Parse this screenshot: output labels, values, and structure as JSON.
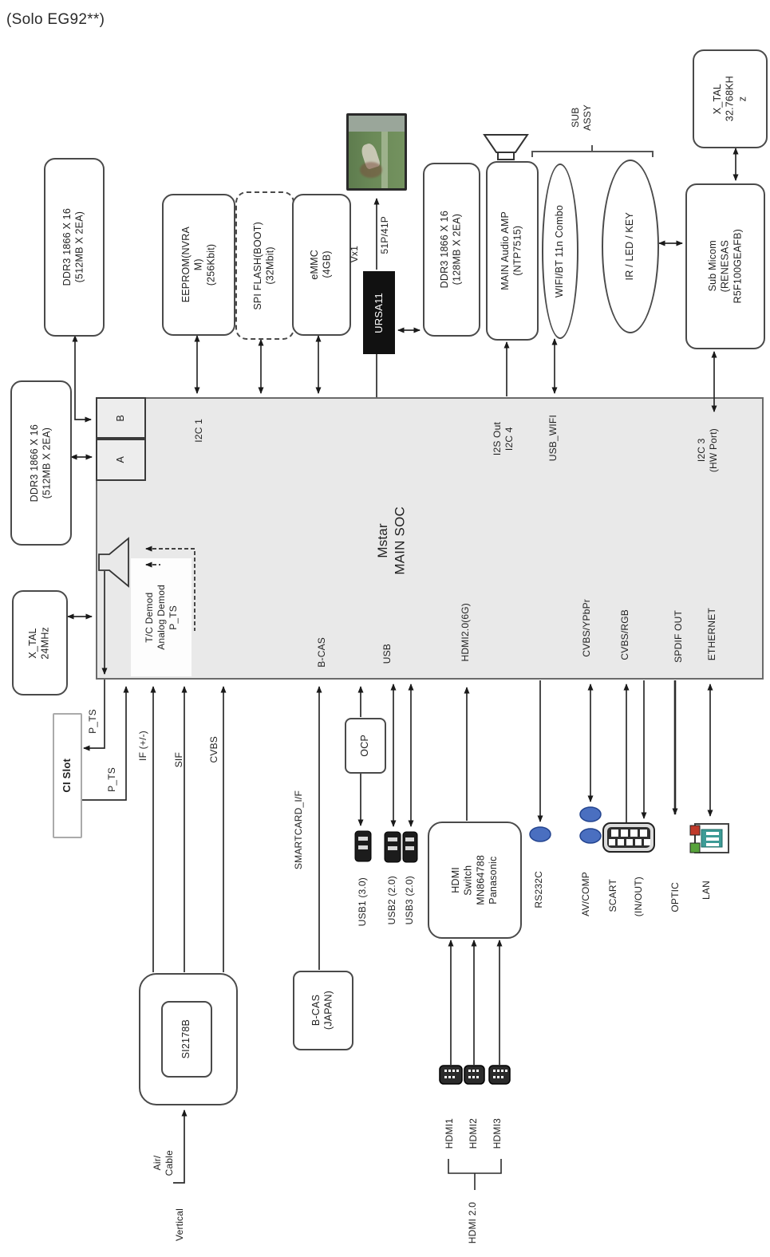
{
  "title": "(Solo EG92**)",
  "blocks": {
    "ddr3_top": "DDR3 1866 X 16\n(512MB X 2EA)",
    "eeprom": "EEPROM(NVRA\nM)\n(256Kbit)",
    "spi_flash": "SPI FLASH(BOOT)\n(32Mbit)",
    "emmc": "eMMC\n(4GB)",
    "ursa11": "URSA11",
    "ddr3_sub": "DDR3 1866 X 16\n(128MB X 2EA)",
    "audio_amp": "MAIN Audio AMP\n(NTP7515)",
    "wifi_combo": "WIFI/BT 11n Combo",
    "ir_led_key": "IR / LED / KEY",
    "xtal_32k": "X_TAL\n32.768KH\nz",
    "sub_micom": "Sub Micom\n(RENESAS\nR5F100GEAFB)",
    "ddr3_left": "DDR3 1866 X 16\n(512MB X 2EA)",
    "xtal_24m": "X_TAL\n24MHz",
    "ci_slot": "CI Slot",
    "ocp": "OCP",
    "bcas_japan": "B-CAS\n(JAPAN)",
    "hdmi_switch": "HDMI\nSwitch\nMN864788\nPanasonic",
    "tuner": "SI2178B"
  },
  "soc": {
    "name": "Mstar\nMAIN SOC",
    "port_b": "B",
    "port_a": "A",
    "ports": {
      "i2c1": "I2C 1",
      "i2s_i2c4": "I2S Out\nI2C 4",
      "usb_wifi": "USB_WIFI",
      "i2c3": "I2C 3\n(HW Port)",
      "demod": "T/C  Demod\nAnalog Demod\nP_TS",
      "b_cas": "B-CAS",
      "usb": "USB",
      "hdmi": "HDMI2.0(6G)",
      "cvbs_ypbpr": "CVBS/YPbPr",
      "cvbs_rgb": "CVBS/RGB",
      "spdif_out": "SPDIF OUT",
      "ethernet": "ETHERNET"
    }
  },
  "wire_labels": {
    "p_ts_out": "P_TS",
    "p_ts_in": "P_TS",
    "if_label": "IF (+/-)",
    "sif": "SIF",
    "cvbs": "CVBS",
    "smartcard": "SMARTCARD_I/F",
    "vx1": "Vx1",
    "vx1_pins": "51P/41P",
    "sub_assy": "SUB\nASSY",
    "air_cable": "Air/\nCable",
    "vertical": "Vertical",
    "hdmi_2_0": "HDMI 2.0",
    "hdmi1": "HDMI1",
    "hdmi2": "HDMI2",
    "hdmi3": "HDMI3"
  },
  "connectors": {
    "usb1": "USB1 (3.0)",
    "usb2": "USB2 (2.0)",
    "usb3": "USB3 (2.0)",
    "rs232c": "RS232C",
    "av_comp": "AV/COMP",
    "scart": "SCART",
    "scart_inout": "(IN/OUT)",
    "optic": "OPTIC",
    "lan": "LAN"
  },
  "colors": {
    "line": "#2b2b2b",
    "soc_fill": "#e9e9e9",
    "block_border": "#4a4a4a",
    "ursa_fill": "#111111",
    "connector_blue": "#4a6fc0",
    "lan_red": "#c03a2b",
    "lan_green": "#57a33b",
    "lan_teal": "#3d9b96"
  }
}
